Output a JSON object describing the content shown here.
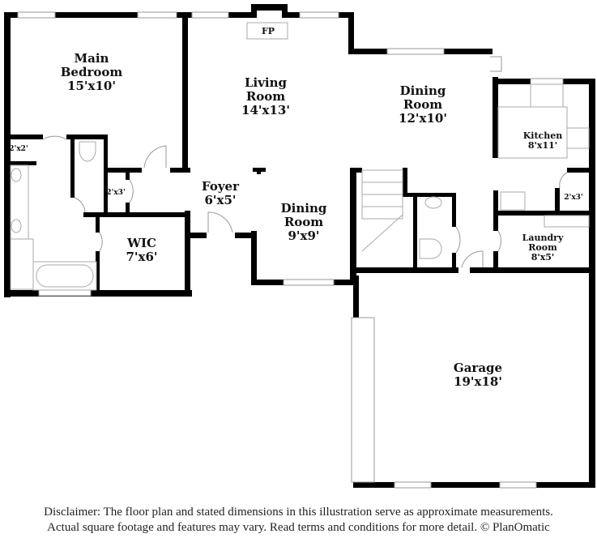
{
  "rooms": {
    "main_bedroom": {
      "name_line1": "Main",
      "name_line2": "Bedroom",
      "size": "15'x10'"
    },
    "living_room": {
      "name_line1": "Living",
      "name_line2": "Room",
      "size": "14'x13'"
    },
    "dining_room_large": {
      "name_line1": "Dining",
      "name_line2": "Room",
      "size": "12'x10'"
    },
    "kitchen": {
      "name": "Kitchen",
      "size": "8'x11'"
    },
    "kitchen_closet": {
      "size": "2'x3'"
    },
    "laundry_room": {
      "name_line1": "Laundry",
      "name_line2": "Room",
      "size": "8'x5'"
    },
    "garage": {
      "name": "Garage",
      "size": "19'x18'"
    },
    "dining_room_small": {
      "name_line1": "Dining",
      "name_line2": "Room",
      "size": "9'x9'"
    },
    "foyer": {
      "name": "Foyer",
      "size": "6'x5'"
    },
    "wic": {
      "name": "WIC",
      "size": "7'x6'"
    },
    "bath_closet": {
      "size": "2'x2'"
    },
    "hall_closet": {
      "size": "2'x3'"
    },
    "fireplace": {
      "label": "FP"
    }
  },
  "disclaimer": {
    "line1": "Disclaimer: The floor plan and stated dimensions in this illustration serve as approximate measurements.",
    "line2": "Actual square footage and features may vary. Read terms and conditions for more detail. © PlanOmatic"
  }
}
